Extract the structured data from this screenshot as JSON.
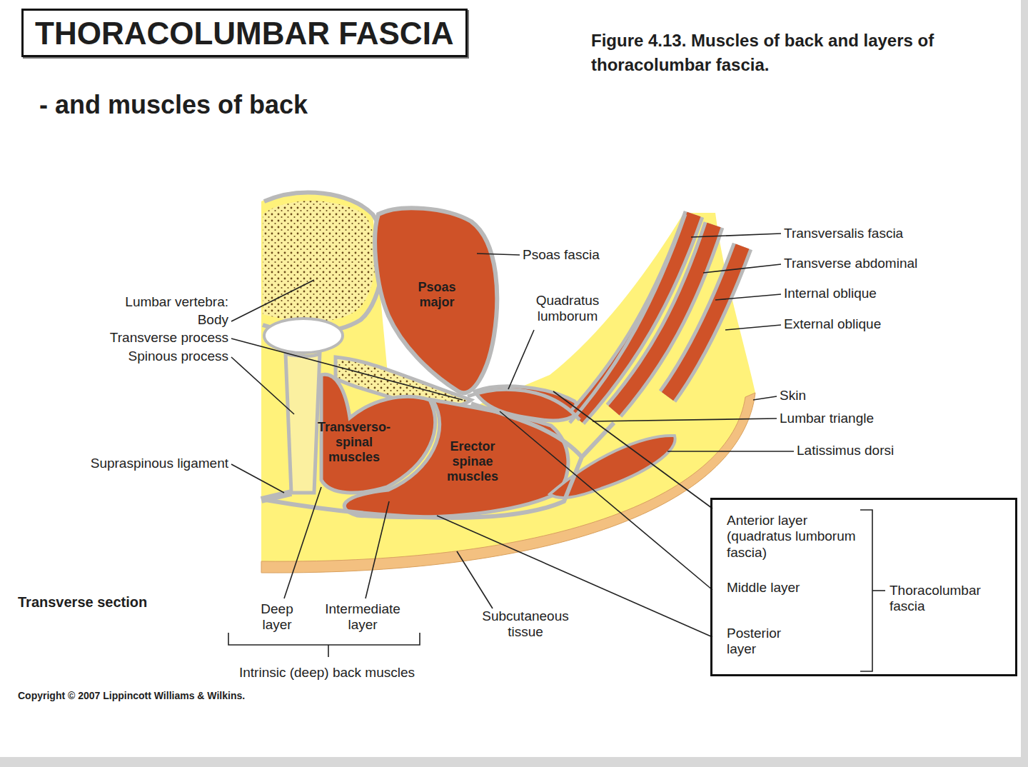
{
  "diagram": {
    "title": "THORACOLUMBAR FASCIA",
    "caption": "Figure 4.13. Muscles of back and layers of thoracolumbar fascia.",
    "nodes": [
      {
        "text": [
          "Anterior layer (quadratus lumborum fascia)",
          "Middle layer",
          "Posterior layer",
          "Thoracolumbar fascia"
        ]
      }
    ],
    "labels": [
      "- and muscles of back",
      "Psoas fascia",
      "Psoas major",
      "Quadratus lumborum",
      "Transversalis fascia",
      "Transverse abdominal",
      "Internal oblique",
      "External oblique",
      "Lumbar vertebra:",
      "Body",
      "Transverse process",
      "Spinous process",
      "Skin",
      "Lumbar triangle",
      "Latissimus dorsi",
      "Transverso-spinal muscles",
      "Erector spinae muscles",
      "Supraspinous ligament",
      "Transverse section",
      "Deep layer",
      "Intermediate layer",
      "Subcutaneous tissue",
      "Intrinsic (deep) back muscles",
      "Copyright © 2007 Lippincott Williams & Wilkins."
    ]
  }
}
